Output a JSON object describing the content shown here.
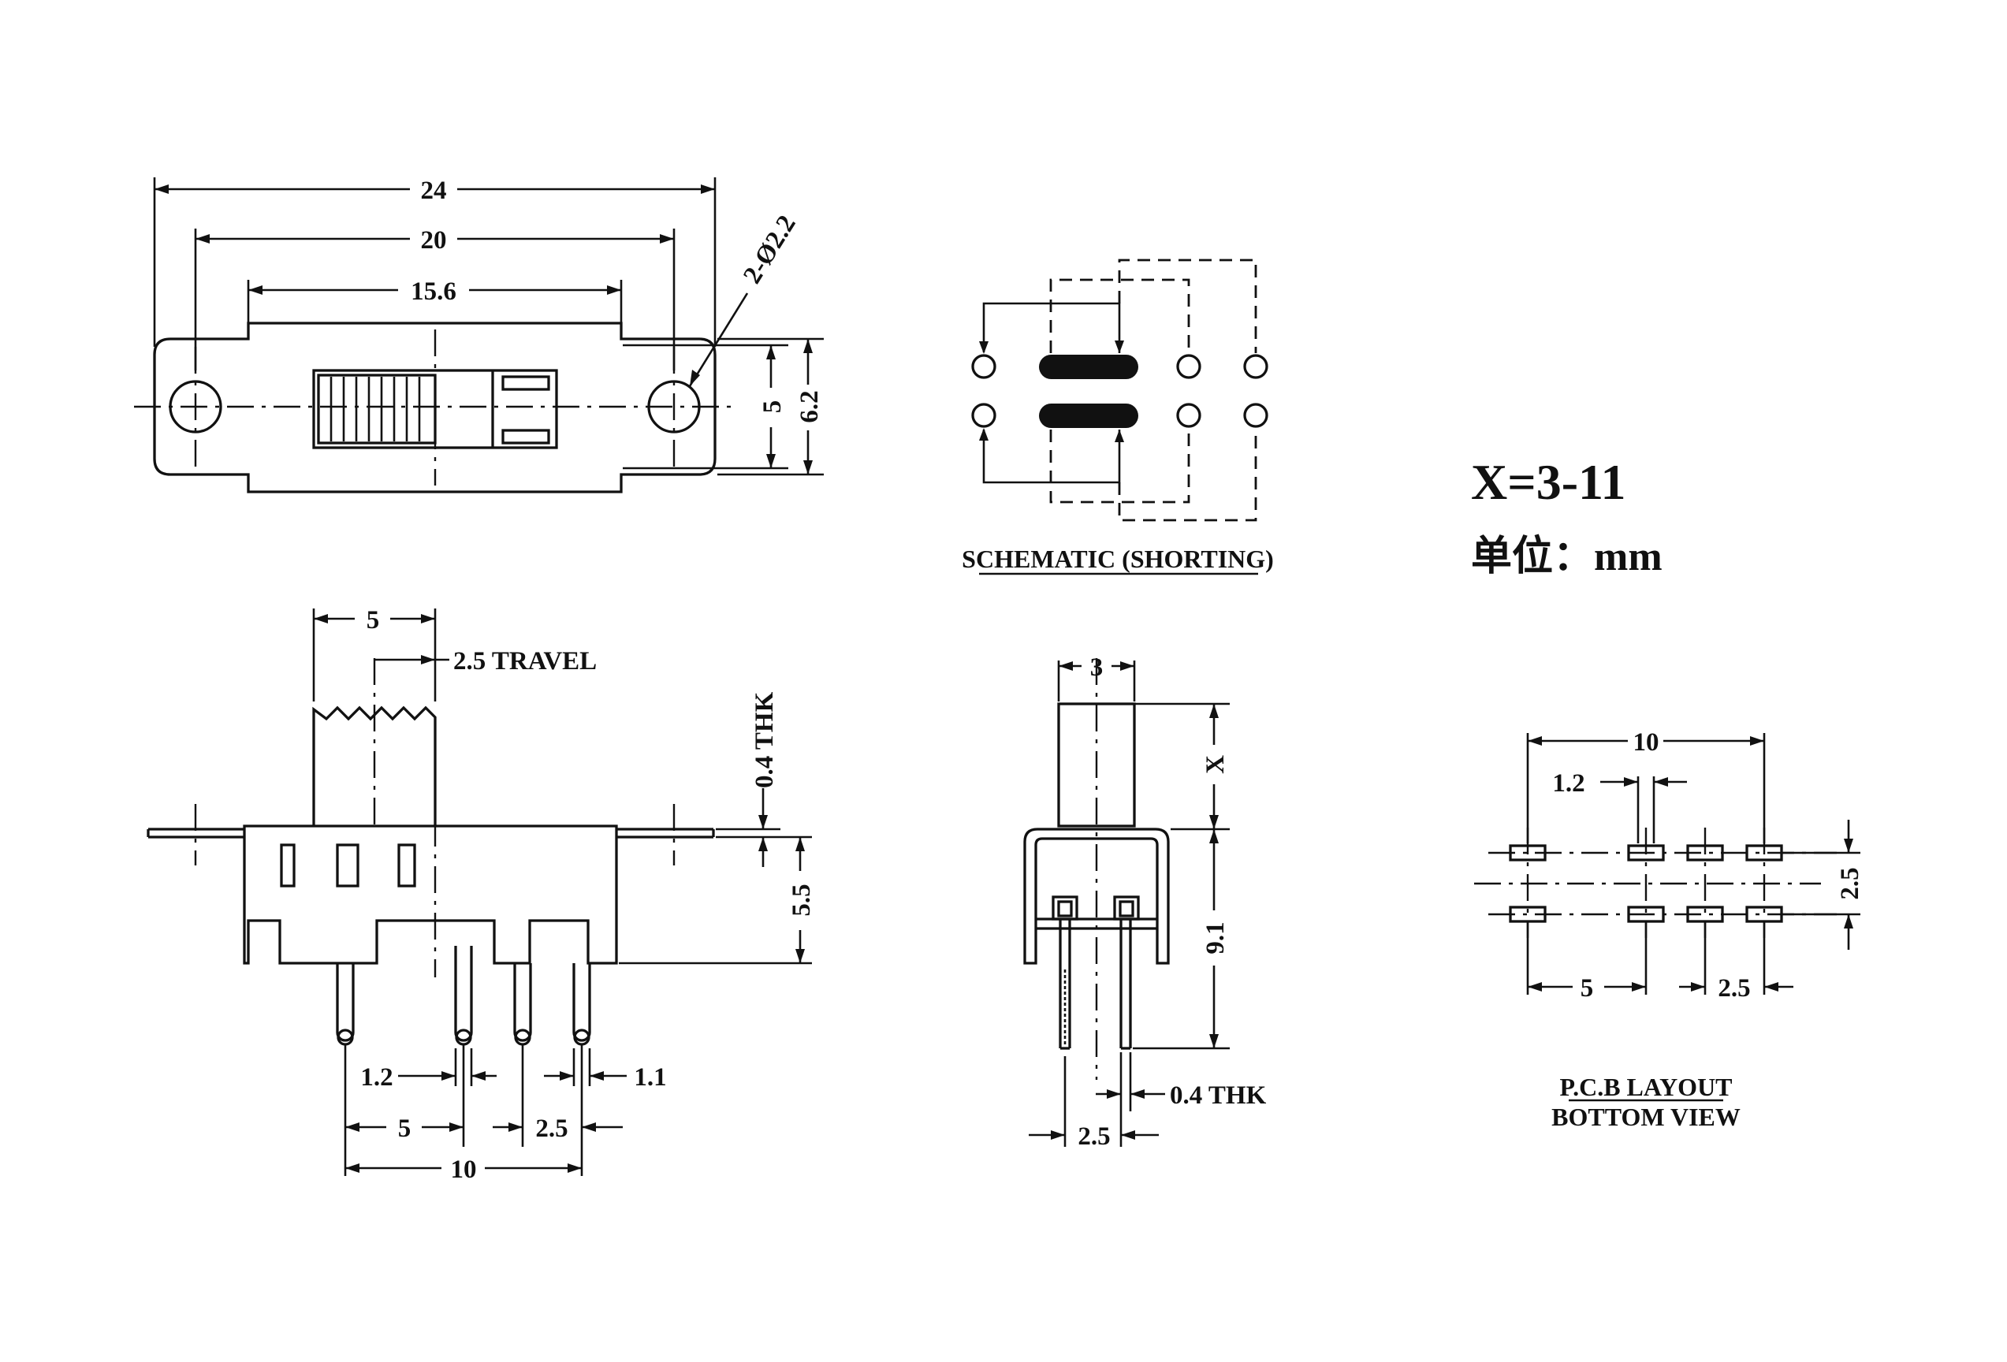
{
  "top_view": {
    "dim_overall_length": "24",
    "dim_hole_pitch": "20",
    "dim_body_length": "15.6",
    "dim_hole_callout": "2-Ø2.2",
    "dim_body_width": "5",
    "dim_flange_width": "6.2"
  },
  "schematic": {
    "title": "SCHEMATIC (SHORTING)"
  },
  "spec": {
    "actuator_height": "X=3-11",
    "unit_label": "单位：mm"
  },
  "front_view": {
    "dim_actuator_width": "5",
    "dim_travel": "2.5 TRAVEL",
    "dim_frame_thickness": "0.4 THK",
    "dim_body_height": "5.5",
    "dim_pin_dia": "1.2",
    "dim_pin_tip": "1.1",
    "dim_pitch_5": "5",
    "dim_pitch_2_5": "2.5",
    "dim_total_pitch": "10"
  },
  "side_view": {
    "dim_knob_width": "3",
    "dim_knob_height": "X",
    "dim_body_height": "9.1",
    "dim_pin_thickness": "0.4 THK",
    "dim_row_pitch": "2.5"
  },
  "pcb_layout": {
    "dim_total": "10",
    "dim_pad": "1.2",
    "dim_row_pitch": "2.5",
    "dim_pitch_5": "5",
    "dim_pitch_2_5": "2.5",
    "title_line1": "P.C.B LAYOUT",
    "title_line2": "BOTTOM VIEW"
  }
}
